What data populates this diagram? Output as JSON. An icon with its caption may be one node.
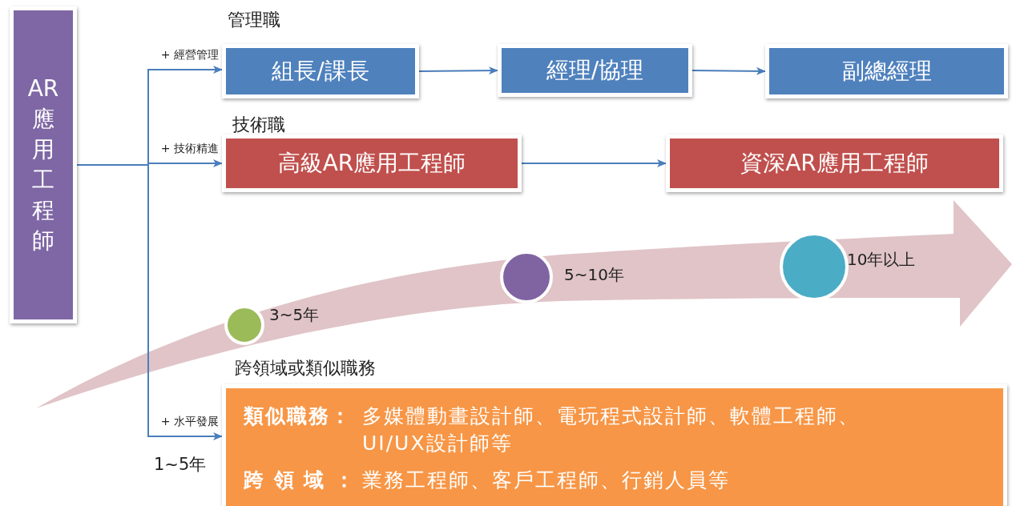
{
  "diagram": {
    "nodes": [
      {
        "text": [
          "AR應用工程師"
        ]
      },
      {
        "text": [
          "組長/課長"
        ],
        "beside": [
          "管理職"
        ]
      },
      {
        "text": [
          "經理/協理"
        ]
      },
      {
        "text": [
          "副總經理"
        ]
      },
      {
        "text": [
          "高級AR應用工程師"
        ],
        "beside": [
          "技術職"
        ]
      },
      {
        "text": [
          "資深AR應用工程師"
        ]
      },
      {
        "text": [],
        "shape": "circle",
        "beside": [
          "3~5年"
        ]
      },
      {
        "text": [],
        "shape": "circle",
        "beside": [
          "5~10年"
        ]
      },
      {
        "text": [],
        "shape": "circle",
        "beside": [
          "10年以上"
        ]
      },
      {
        "text": [
          "跨領域或類似職務",
          "類似職務：",
          "多媒體動畫設計師、電玩程式設計師、軟體工程師、UI/UX設計師等",
          "跨 領 域 ：",
          "業務工程師、客戶工程師、行銷人員等"
        ]
      }
    ],
    "edges": [
      {
        "from": 0,
        "to": 1,
        "arrow": "to",
        "label": "+ 經營管理"
      },
      {
        "from": 0,
        "to": 4,
        "arrow": "to",
        "label": "+ 技術精進"
      },
      {
        "from": 0,
        "to": 9,
        "arrow": "to",
        "label": "+ 水平發展"
      },
      {
        "from": 1,
        "to": 2,
        "arrow": "to"
      },
      {
        "from": 2,
        "to": 3,
        "arrow": "to"
      },
      {
        "from": 4,
        "to": 5,
        "arrow": "to"
      }
    ],
    "labels": [
      "1~5年"
    ]
  }
}
